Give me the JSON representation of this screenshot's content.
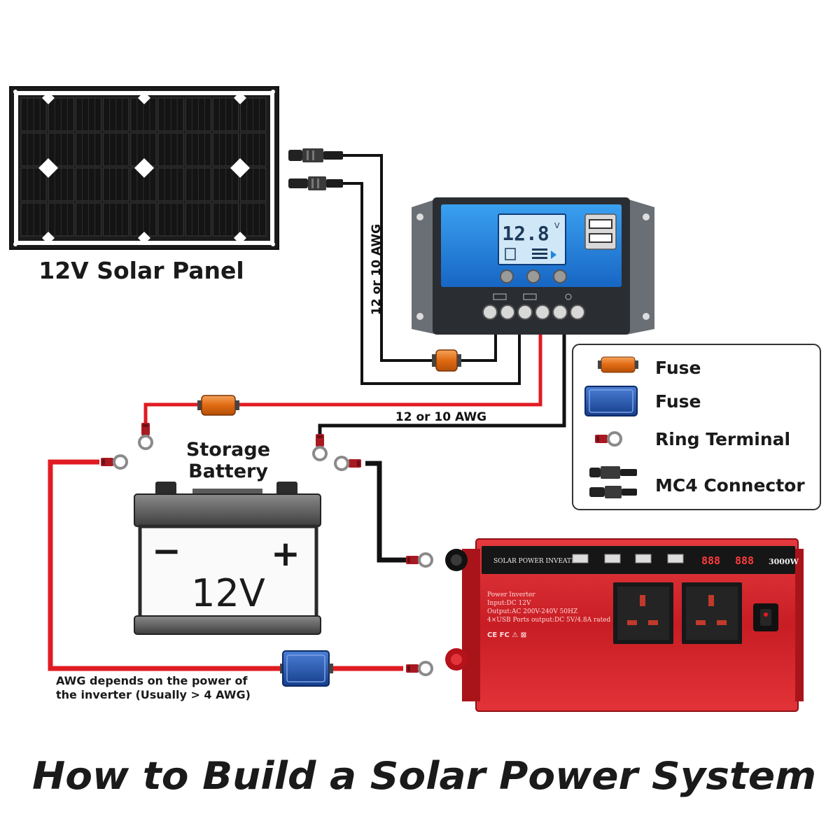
{
  "solar_panel": {
    "label": "12V Solar Panel"
  },
  "wires": {
    "pv_gauge": "12 or 10 AWG",
    "battery_gauge": "12 or 10 AWG",
    "inverter_note_line1": "AWG depends on the power of",
    "inverter_note_line2": "the inverter (Usually > 4 AWG)"
  },
  "controller": {
    "display_value": "12.8",
    "display_unit": "V"
  },
  "battery": {
    "title_line1": "Storage",
    "title_line2": "Battery",
    "voltage": "12V",
    "minus_sign": "−",
    "plus_sign": "+"
  },
  "inverter": {
    "brand": "SOLAR POWER INVEATER",
    "rating": "3000W",
    "spec_line1": "Power Inverter",
    "spec_line2": "Input:DC 12V",
    "spec_line3": "Output:AC 200V-240V 50HZ",
    "spec_line4": "4×USB Ports output:DC 5V/4.8A rated",
    "cert_marks": "CE FC ⚠ ⊠",
    "display_left": "888",
    "display_right": "888"
  },
  "legend": {
    "items": [
      {
        "label": "Fuse",
        "icon": "orange-fuse-icon",
        "color": "#e8741e"
      },
      {
        "label": "Fuse",
        "icon": "blue-fuse-icon",
        "color": "#1f4fa8"
      },
      {
        "label": "Ring Terminal",
        "icon": "ring-terminal-icon",
        "color": "#b8202a"
      },
      {
        "label": "MC4 Connector",
        "icon": "mc4-connector-icon",
        "color": "#1a1a1a"
      }
    ]
  },
  "footer": {
    "title": "How to Build a Solar Power System"
  },
  "colors": {
    "positive_wire": "#e11b22",
    "negative_wire": "#111111",
    "inverter_body": "#d8232a",
    "controller_screen": "#1d86e0",
    "orange_fuse": "#e8741e",
    "blue_fuse": "#1f4fa8"
  }
}
